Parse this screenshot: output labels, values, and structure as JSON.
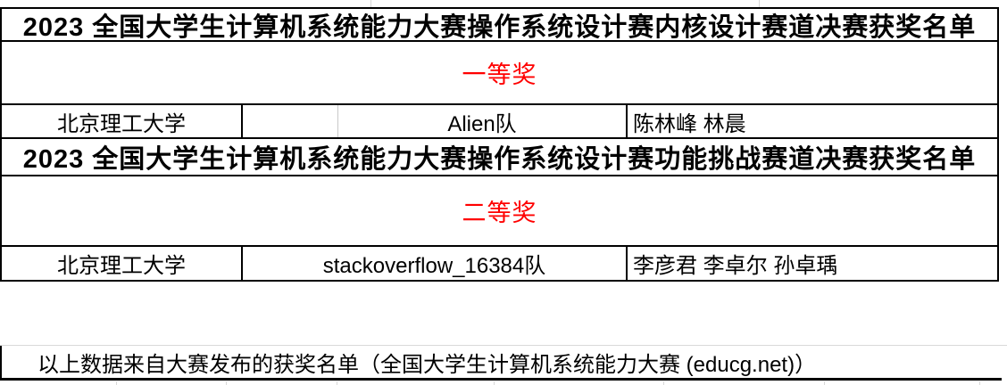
{
  "page": {
    "background": "#ffffff",
    "border_color": "#000000",
    "gridline_color": "#d9d9d9",
    "award_text_color": "#ff0000"
  },
  "sections": [
    {
      "title": "2023 全国大学生计算机系统能力大赛操作系统设计赛内核设计赛道决赛获奖名单",
      "award_level": "一等奖",
      "rows": [
        {
          "school": "北京理工大学",
          "team": "Alien队",
          "members": "陈林峰 林晨"
        }
      ]
    },
    {
      "title": "2023 全国大学生计算机系统能力大赛操作系统设计赛功能挑战赛道决赛获奖名单",
      "award_level": "二等奖",
      "rows": [
        {
          "school": "北京理工大学",
          "team": "stackoverflow_16384队",
          "members": "李彦君 李卓尔 孙卓瑀"
        }
      ]
    }
  ],
  "footer": {
    "note": "以上数据来自大赛发布的获奖名单（全国大学生计算机系统能力大赛 (educg.net)）"
  }
}
